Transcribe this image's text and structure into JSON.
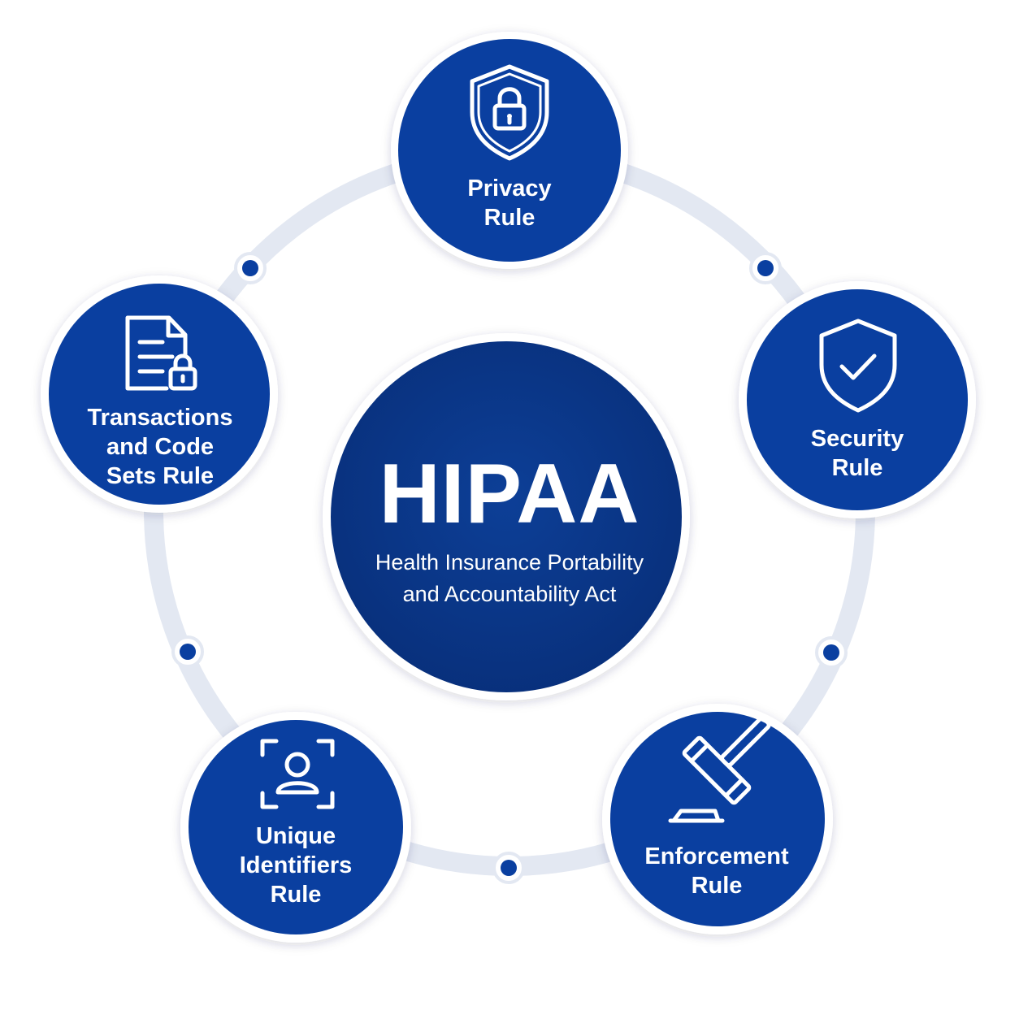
{
  "center": {
    "title": "HIPAA",
    "subtitle_lines": [
      "Health Insurance Portability",
      "and Accountability Act"
    ]
  },
  "rules": [
    {
      "name": "privacy",
      "icon": "shield-lock-icon",
      "lines": [
        "Privacy",
        "Rule"
      ]
    },
    {
      "name": "security",
      "icon": "shield-check-icon",
      "lines": [
        "Security",
        "Rule"
      ]
    },
    {
      "name": "enforcement",
      "icon": "gavel-icon",
      "lines": [
        "Enforcement",
        "Rule"
      ]
    },
    {
      "name": "unique-identifiers",
      "icon": "user-scan-icon",
      "lines": [
        "Unique",
        "Identifiers",
        "Rule"
      ]
    },
    {
      "name": "transactions",
      "icon": "document-lock-icon",
      "lines": [
        "Transactions",
        "and Code",
        "Sets Rule"
      ]
    }
  ],
  "colors": {
    "node_blue": "#0A3FA0",
    "center_blue": "#0A3A8E",
    "ring": "#E2E7F2",
    "connector_dot": "#0A3FA0",
    "background": "#FFFFFF"
  }
}
